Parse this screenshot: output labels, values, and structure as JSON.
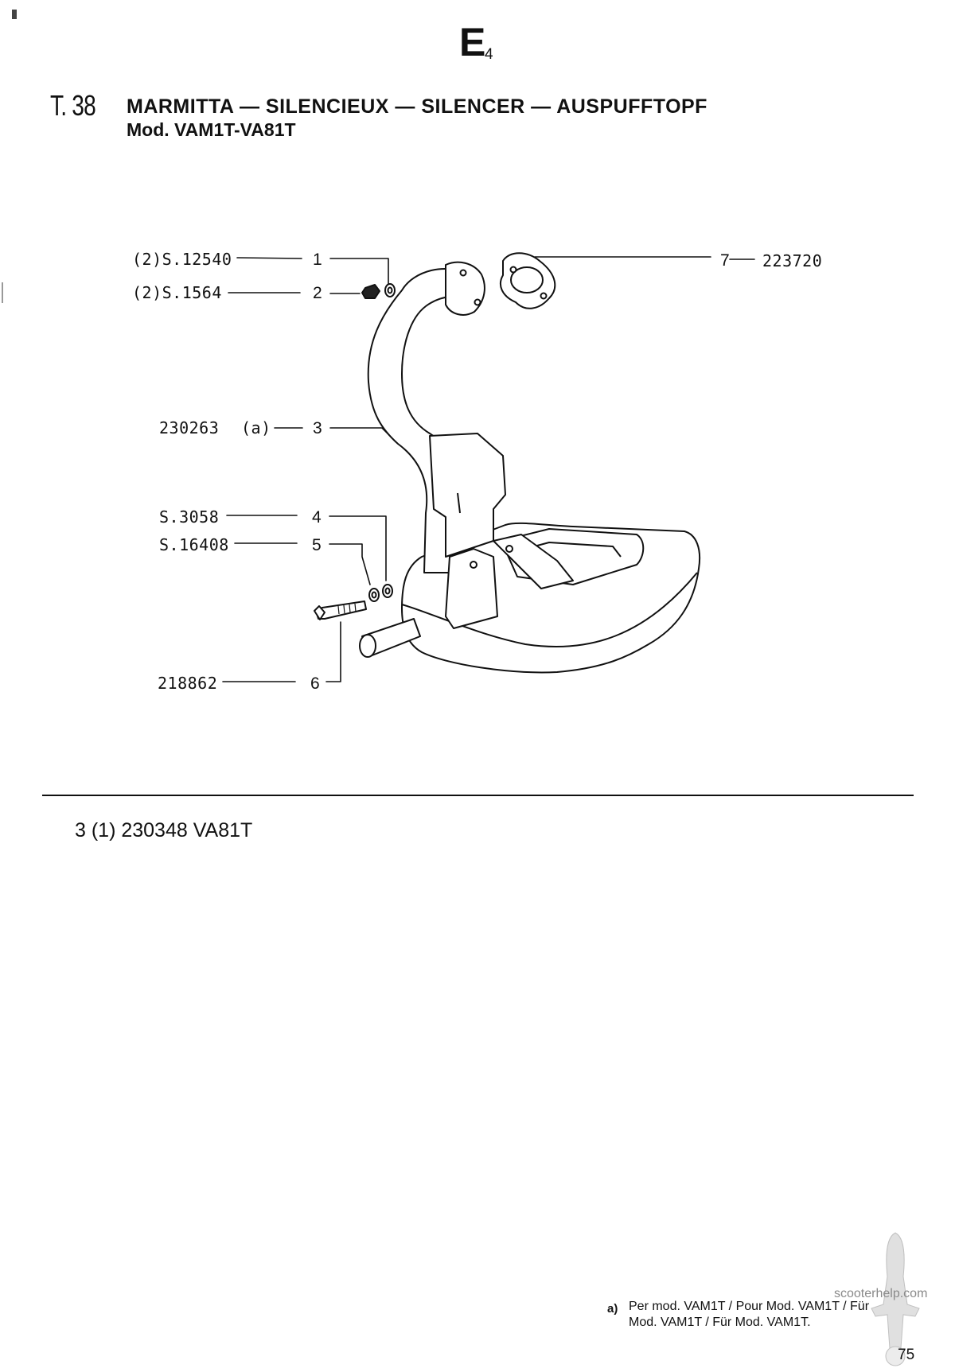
{
  "header": {
    "section_letter": "E",
    "section_sub": "4",
    "table_id": "T. 38",
    "title": "MARMITTA — SILENCIEUX — SILENCER — AUSPUFFTOPF",
    "model": "Mod. VAM1T-VA81T"
  },
  "parts": [
    {
      "code": "(2)S.12540",
      "ref": "1"
    },
    {
      "code": "(2)S.1564",
      "ref": "2"
    },
    {
      "code": "230263",
      "note": "(a)",
      "ref": "3"
    },
    {
      "code": "S.3058",
      "ref": "4"
    },
    {
      "code": "S.16408",
      "ref": "5"
    },
    {
      "code": "218862",
      "ref": "6"
    },
    {
      "code": "223720",
      "ref": "7"
    }
  ],
  "notes": {
    "variant": "3 (1) 230348 VA81T"
  },
  "footnote": {
    "mark": "a)",
    "line1": "Per mod. VAM1T / Pour Mod. VAM1T / Für",
    "line2": "Mod. VAM1T / Für Mod. VAM1T."
  },
  "watermark": "scooterhelp.com",
  "page_number": "75"
}
